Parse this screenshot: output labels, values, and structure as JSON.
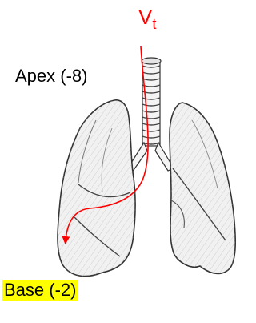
{
  "labels": {
    "vt_main": "V",
    "vt_sub": "t",
    "apex": "Apex (-8)",
    "base": "Base (-2)"
  },
  "colors": {
    "flow_arrow": "#ff0000",
    "base_highlight": "#ffff00",
    "lung_outline": "#333333",
    "lung_fill": "#f1f1f1"
  },
  "icons": {
    "lungs": "lungs-illustration",
    "airflow": "arrow-icon"
  }
}
